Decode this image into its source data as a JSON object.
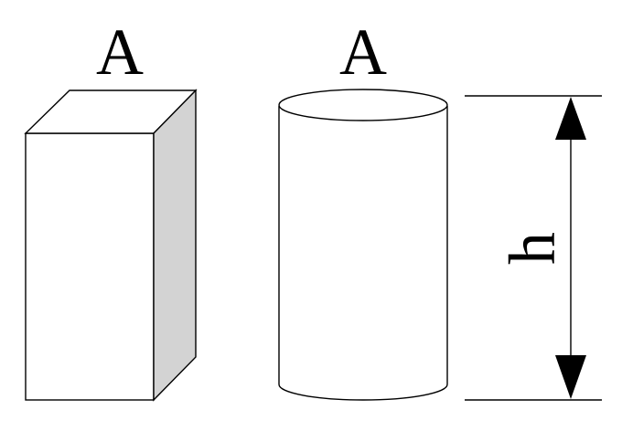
{
  "labels": {
    "prism_top": "A",
    "cylinder_top": "A",
    "height": "h"
  },
  "colors": {
    "stroke": "#000000",
    "face": "#ffffff",
    "shaded_side": "#d3d3d3",
    "background": "#ffffff"
  }
}
